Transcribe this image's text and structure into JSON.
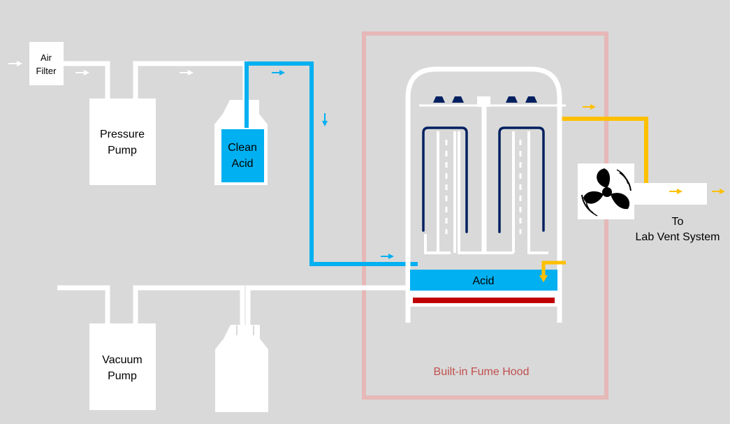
{
  "colors": {
    "background": "#d9d9d9",
    "pipe": "#ffffff",
    "acid_line": "#00b0f0",
    "exhaust_line": "#ffc000",
    "acid_bath": "#00b0f0",
    "heater": "#c00000",
    "rack": "#002060",
    "hood_border": "#e6b8b7",
    "hood_label": "#c0504d"
  },
  "labels": {
    "air_filter": [
      "Air",
      "Filter"
    ],
    "pressure_pump": [
      "Pressure",
      "Pump"
    ],
    "clean_acid": [
      "Clean",
      "Acid"
    ],
    "acid_bath": "Acid",
    "vacuum_pump": [
      "Vacuum",
      "Pump"
    ],
    "fume_hood": "Built-in Fume Hood",
    "vent": [
      "To",
      "Lab Vent System"
    ]
  },
  "icons": {
    "fan": "fan-icon",
    "flow_arrow": "arrow-icon"
  }
}
